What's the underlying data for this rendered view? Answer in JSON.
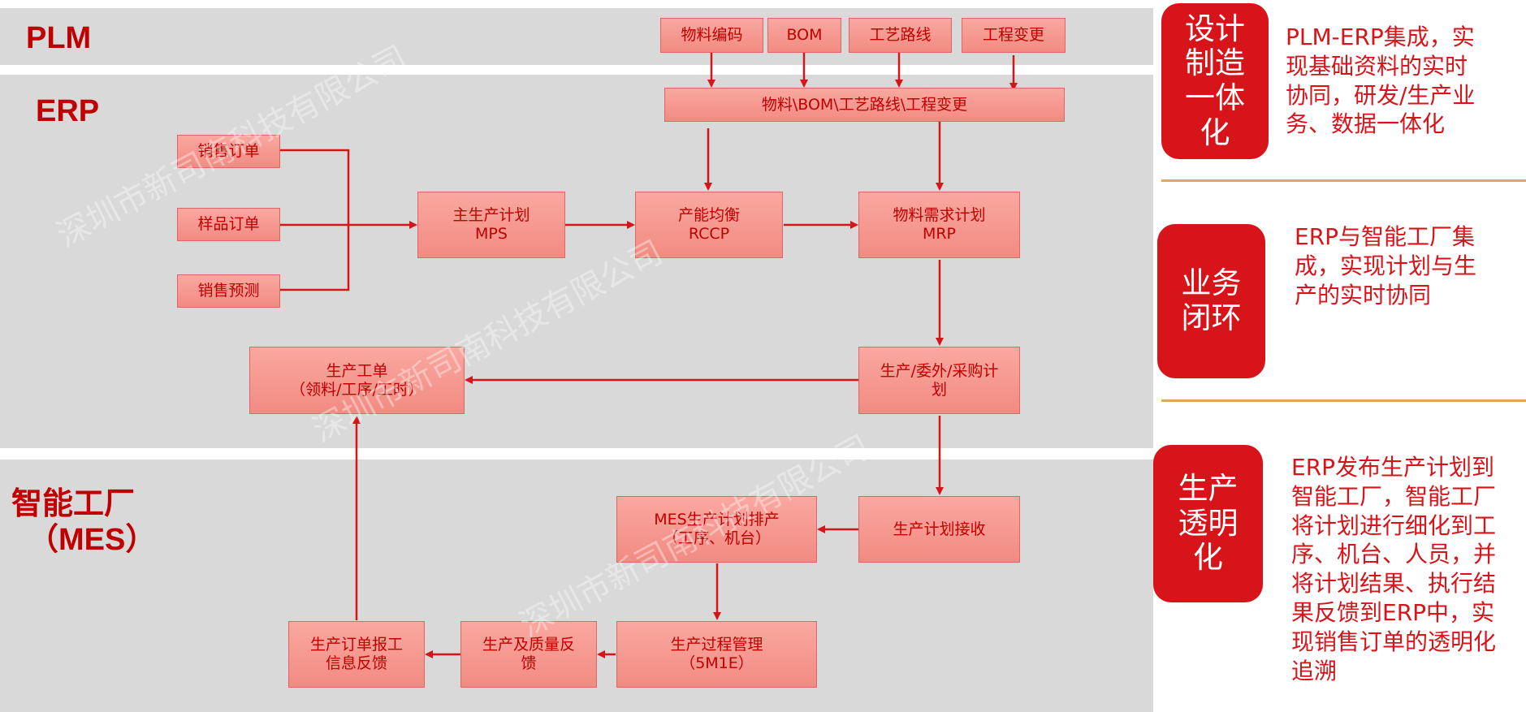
{
  "zones": {
    "plm": "PLM",
    "erp": "ERP",
    "mes_line1": "智能工厂",
    "mes_line2": "（MES）"
  },
  "nodes": {
    "material_code": "物料编码",
    "bom": "BOM",
    "process_route": "工艺路线",
    "engineering_change": "工程变更",
    "erp_master_data": "物料\\BOM\\工艺路线\\工程变更",
    "sales_order": "销售订单",
    "sample_order": "样品订单",
    "sales_forecast": "销售预测",
    "mps": "主生产计划\nMPS",
    "rccp": "产能均衡\nRCCP",
    "mrp": "物料需求计划\nMRP",
    "production_plan": "生产/委外/采购计\n划",
    "work_order": "生产工单\n（领料/工序/工时）",
    "plan_receive": "生产计划接收",
    "mes_scheduling": "MES生产计划排产\n（工序、机台）",
    "process_mgmt": "生产过程管理\n（5M1E）",
    "quality_feedback": "生产及质量反\n馈",
    "order_report": "生产订单报工\n信息反馈"
  },
  "side": [
    {
      "badge": "设计\n制造\n一体\n化",
      "text": "PLM-ERP集成，实\n现基础资料的实时\n协同，研发/生产业\n务、数据一体化"
    },
    {
      "badge": "业务\n闭环",
      "text": "ERP与智能工厂集\n成，实现计划与生\n产的实时协同"
    },
    {
      "badge": "生产\n透明\n化",
      "text": "ERP发布生产计划到\n智能工厂，智能工厂\n将计划进行细化到工\n序、机台、人员，并\n将计划结果、执行结\n果反馈到ERP中，实\n现销售订单的透明化\n追溯"
    }
  ],
  "watermark": "深圳市新司南科技有限公司",
  "colors": {
    "accent_red": "#d7141a",
    "box_fill": "#f49a92",
    "band_gray": "#d9d9d9",
    "divider": "#e3a55f"
  }
}
